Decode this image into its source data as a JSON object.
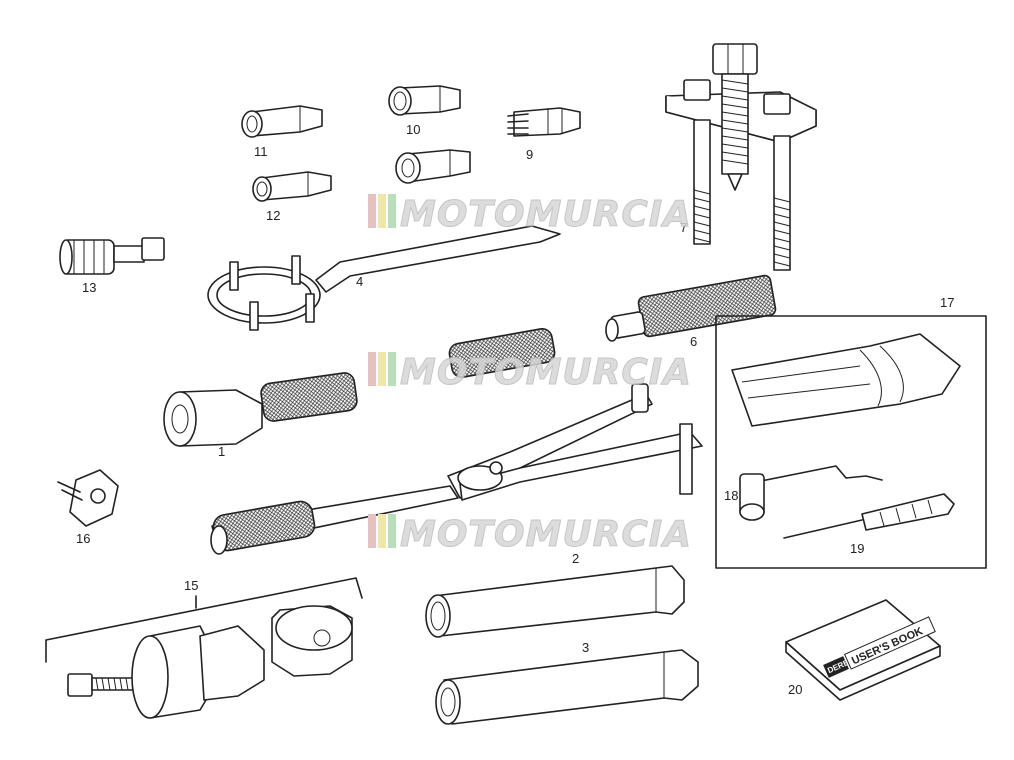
{
  "labels": {
    "p1": "1",
    "p2": "2",
    "p3": "3",
    "p4": "4",
    "p6": "6",
    "p7": "7",
    "p9": "9",
    "p10": "10",
    "p11": "11",
    "p12": "12",
    "p13": "13",
    "p15": "15",
    "p16": "16",
    "p17": "17",
    "p18": "18",
    "p19": "19",
    "p20": "20"
  },
  "watermark": {
    "text": "MOTOMURCIA",
    "stripe_colors": [
      "#e8c0c0",
      "#f0e6a8",
      "#b8e0b8"
    ]
  },
  "book": {
    "brand": "DERBI",
    "title": "USER'S BOOK"
  }
}
